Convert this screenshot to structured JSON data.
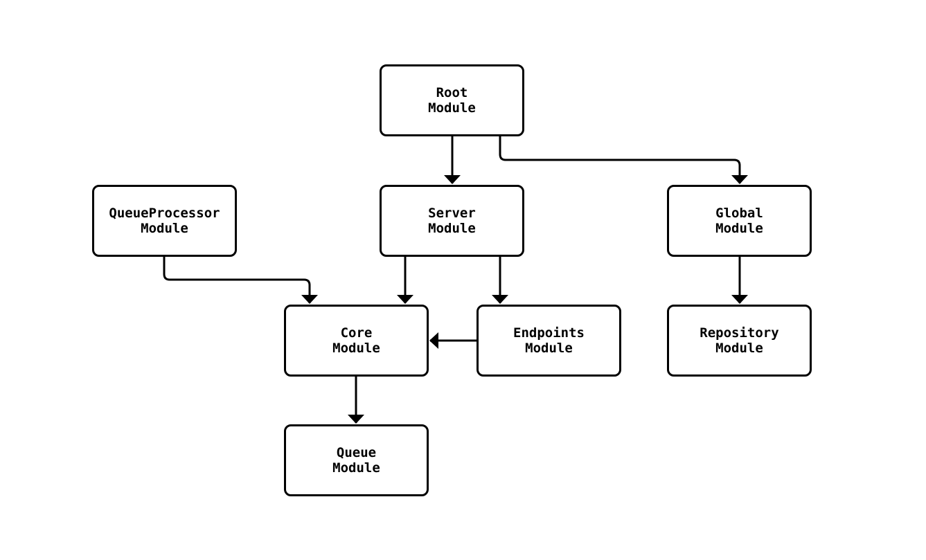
{
  "page": {
    "background_color": "#ffffff"
  },
  "diagram": {
    "type": "flowchart",
    "stroke_color": "#000000",
    "node_fill_color": "#ffffff",
    "text_color": "#000000",
    "nodes": [
      {
        "id": "root",
        "line1": "Root",
        "line2": "Module"
      },
      {
        "id": "queueprocessor",
        "line1": "QueueProcessor",
        "line2": "Module"
      },
      {
        "id": "server",
        "line1": "Server",
        "line2": "Module"
      },
      {
        "id": "global",
        "line1": "Global",
        "line2": "Module"
      },
      {
        "id": "core",
        "line1": "Core",
        "line2": "Module"
      },
      {
        "id": "endpoints",
        "line1": "Endpoints",
        "line2": "Module"
      },
      {
        "id": "repository",
        "line1": "Repository",
        "line2": "Module"
      },
      {
        "id": "queue",
        "line1": "Queue",
        "line2": "Module"
      }
    ],
    "edges": [
      {
        "from": "root",
        "to": "server"
      },
      {
        "from": "root",
        "to": "global"
      },
      {
        "from": "queueprocessor",
        "to": "core"
      },
      {
        "from": "server",
        "to": "core"
      },
      {
        "from": "server",
        "to": "endpoints"
      },
      {
        "from": "endpoints",
        "to": "core"
      },
      {
        "from": "global",
        "to": "repository"
      },
      {
        "from": "core",
        "to": "queue"
      }
    ]
  }
}
